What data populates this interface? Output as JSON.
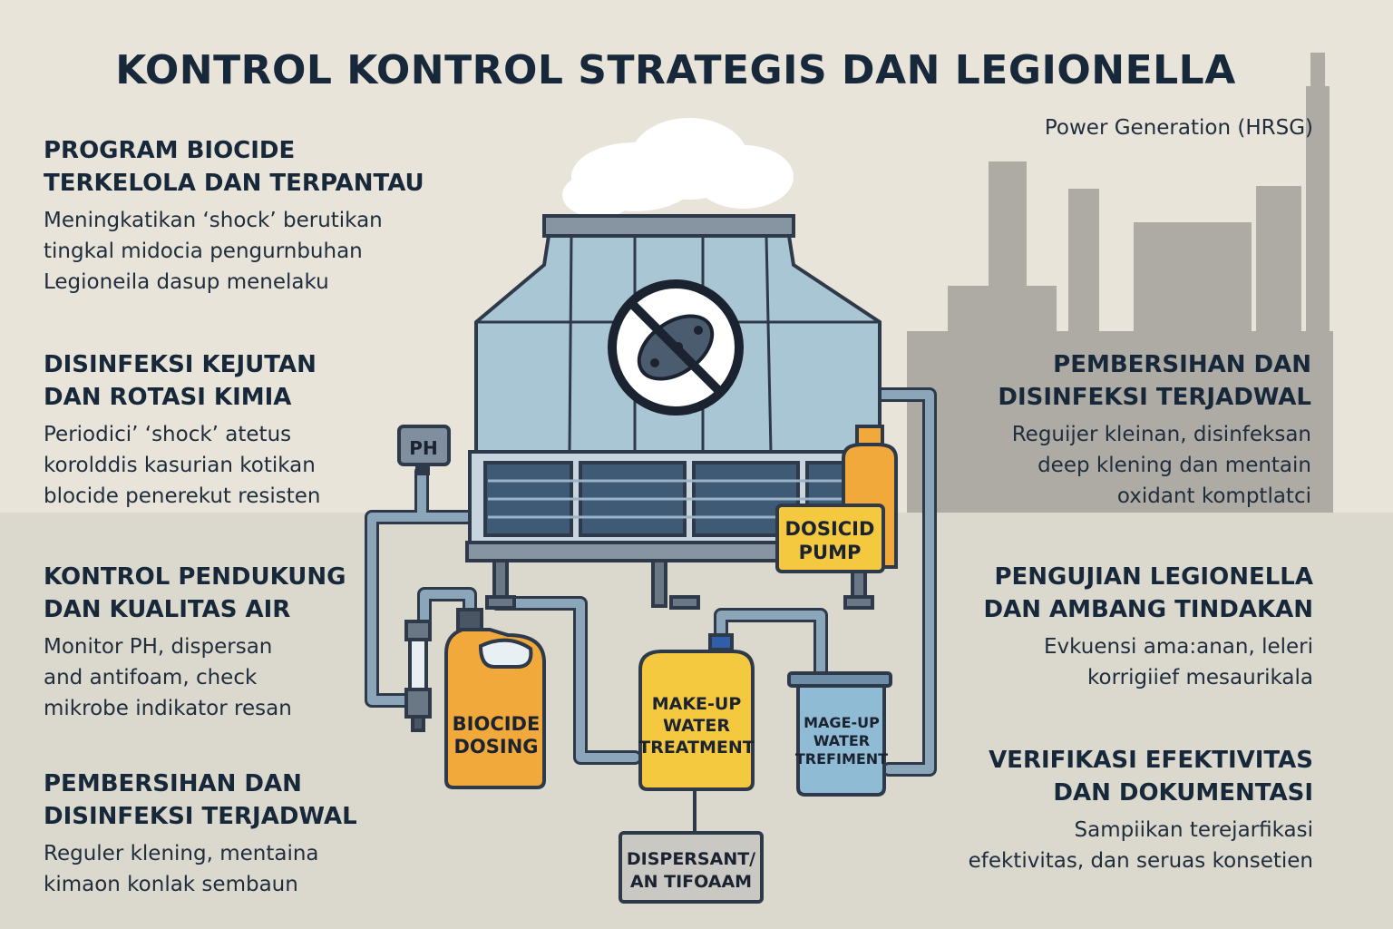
{
  "title": "KONTROL KONTROL STRATEGIS DAN LEGIONELLA",
  "subtitle": "Power Generation (HRSG)",
  "left_sections": [
    {
      "heading": "PROGRAM BIOCIDE\nTERKELOLA DAN TERPANTAU",
      "body": "Meningkatikan ‘shock’ berutikan\ntingkal midocia pengurnbuhan\nLegioneila dasup menelaku"
    },
    {
      "heading": "DISINFEKSI KEJUTAN\nDAN ROTASI KIMIA",
      "body": "Periodici’ ‘shock’ atetus\nkorolddis kasurian kotikan\nblocide penerekut resisten"
    },
    {
      "heading": "KONTROL PENDUKUNG\nDAN KUALITAS AIR",
      "body": "Monitor PH, dispersan\nand antifoam, check\nmikrobe indikator resan"
    },
    {
      "heading": "PEMBERSIHAN DAN\nDISINFEKSI TERJADWAL",
      "body": "Reguler klening, mentaina\nkimaon konlak sembaun"
    }
  ],
  "right_sections": [
    {
      "heading": "PEMBERSIHAN DAN\nDISINFEKSI TERJADWAL",
      "body": "Reguijer kleinan, disinfeksan\ndeep klening dan mentain\noxidant komptlatci"
    },
    {
      "heading": "PENGUJIAN LEGIONELLA\nDAN AMBANG TINDAKAN",
      "body": "Evkuensi ama:anan, leleri\nkorrigiief mesaurikala"
    },
    {
      "heading": "VERIFIKASI EFEKTIVITAS\nDAN DOKUMENTASI",
      "body": "Sampiikan terejarfikasi\nefektivitas, dan seruas konsetien"
    }
  ],
  "diagram": {
    "ph_label": "PH",
    "dosicid_pump": [
      "DOSICID",
      "PUMP"
    ],
    "biocide_dosing": [
      "BIOCIDE",
      "DOSING"
    ],
    "makeup_treatment": [
      "MAKE-UP",
      "WATER",
      "TREATMENT"
    ],
    "mageup_trefiment": [
      "MAGE-UP",
      "WATER",
      "TREFIMENT"
    ],
    "dispersant": [
      "DISPERSANT/",
      "AN TIFOAAM"
    ],
    "icons": [
      "no-bacteria-icon",
      "cooling-tower-icon",
      "factory-silhouette-icon",
      "steam-cloud-icon"
    ],
    "colors": {
      "tower": "#a9c6d4",
      "louver": "#3e5a74",
      "jerrycan": "#f0a93a",
      "yellow_tank": "#f4c83f",
      "blue_tank": "#8fbcd4",
      "outline": "#2e3a4a",
      "factory": "#9a9892"
    }
  }
}
